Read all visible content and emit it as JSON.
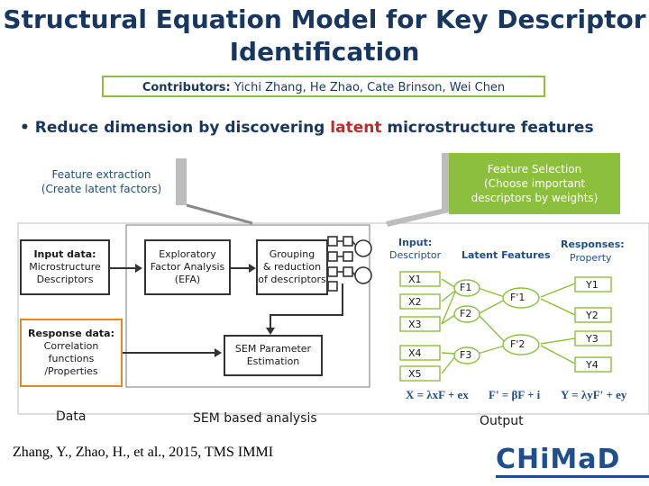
{
  "title": "Structural Equation Model for Key Descriptor Identification",
  "contributors": {
    "label": "Contributors:",
    "names": "Yichi Zhang, He Zhao, Cate Brinson, Wei Chen"
  },
  "bullet": {
    "symbol": "•",
    "text_before": "Reduce dimension by discovering ",
    "highlight": "latent",
    "text_after": " microstructure features"
  },
  "notes": {
    "feature_extraction": "Feature extraction\n(Create latent factors)",
    "feature_selection": "Feature Selection\n(Choose important\ndescriptors by weights)"
  },
  "boxes": {
    "input_data_title": "Input data:",
    "input_data_body": "Microstructure\nDescriptors",
    "response_data_title": "Response data:",
    "response_data_body": "Correlation\nfunctions\n/Properties",
    "efa": "Exploratory\nFactor Analysis\n(EFA)",
    "grouping": "Grouping\n& reduction\nof descriptors",
    "sem_param": "SEM Parameter\nEstimation"
  },
  "labels": {
    "data": "Data",
    "sem_analysis": "SEM based analysis",
    "output": "Output"
  },
  "sem": {
    "input_title": "Input:",
    "input_sub": "Descriptor",
    "latent_title": "Latent Features",
    "responses_title": "Responses:",
    "responses_sub": "Property",
    "x_nodes": [
      "X1",
      "X2",
      "X3",
      "X4",
      "X5"
    ],
    "f_nodes": [
      "F1",
      "F2",
      "F3"
    ],
    "fp_nodes": [
      "F'1",
      "F'2"
    ],
    "y_nodes": [
      "Y1",
      "Y2",
      "Y3",
      "Y4"
    ],
    "eq1": "X = λxF + ex",
    "eq2": "F' = βF + i",
    "eq3": "Y = λyF' + ey"
  },
  "citation": "Zhang, Y., Zhao, H., et al., 2015, TMS IMMI",
  "logo": "CHiMaD",
  "colors": {
    "green": "#8dbf3f",
    "orange": "#e48a1c",
    "title": "#17375e",
    "highlight": "#c0282a"
  }
}
